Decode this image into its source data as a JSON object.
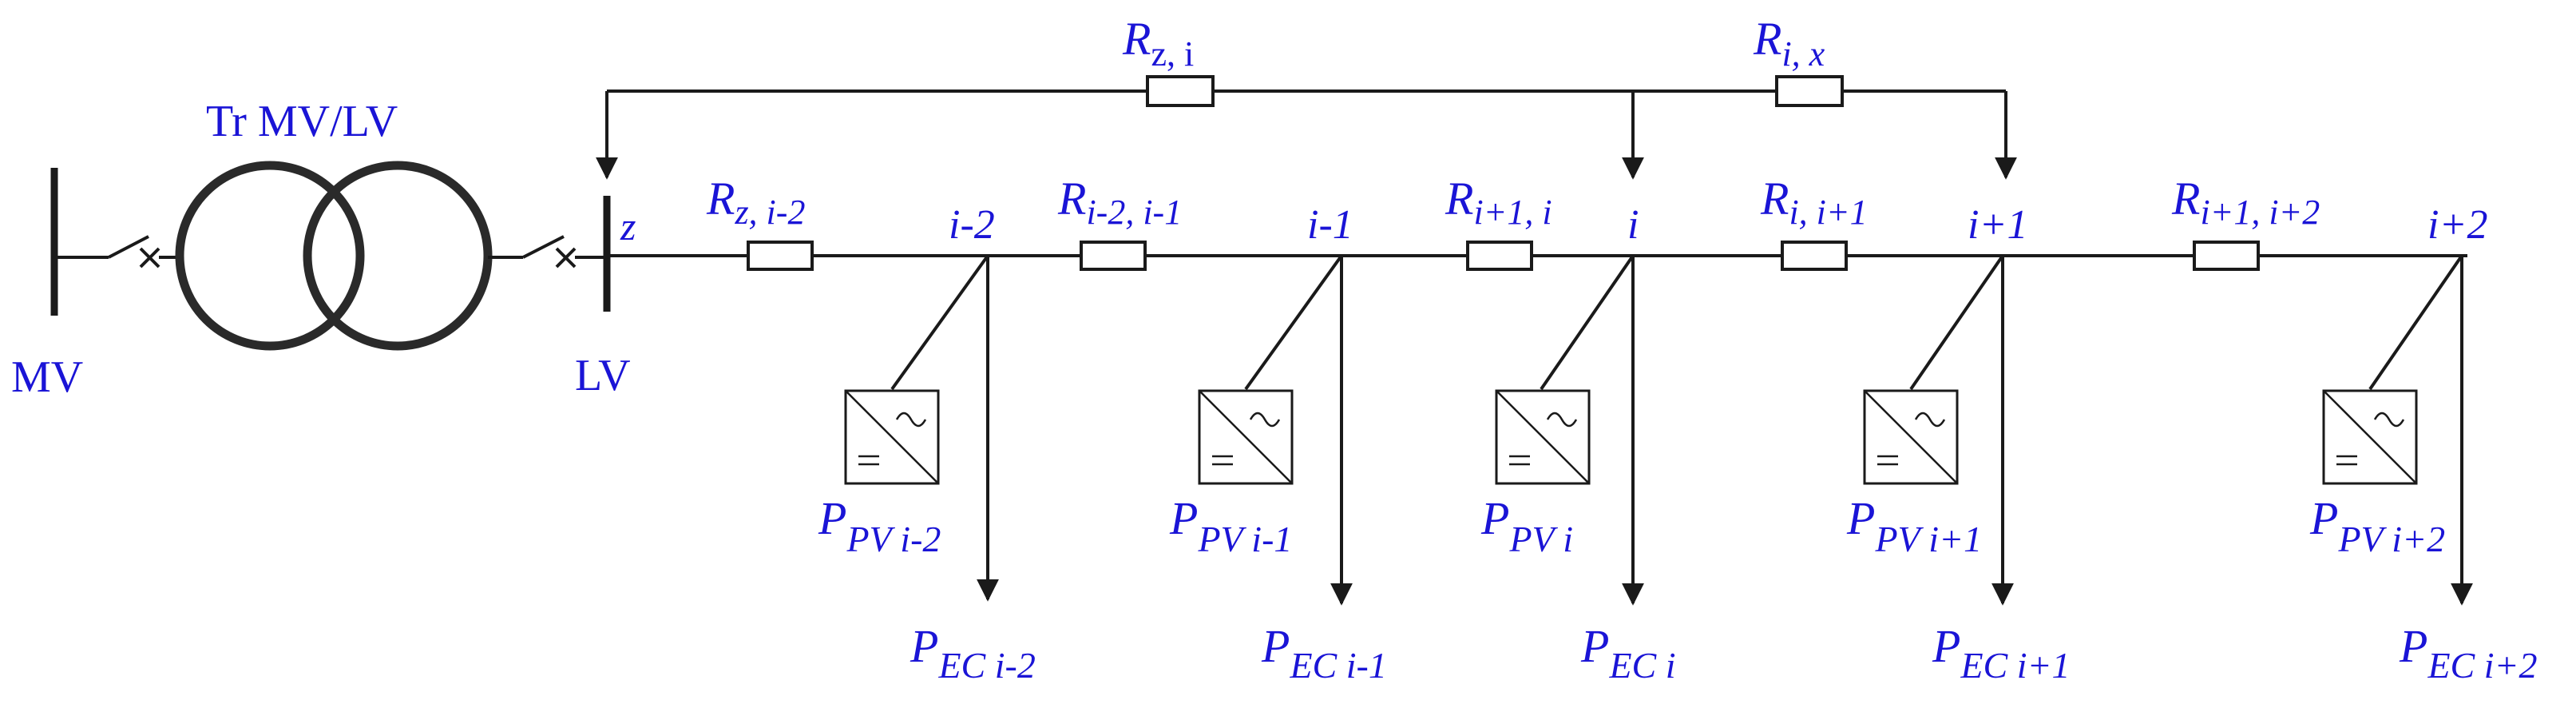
{
  "colors": {
    "label": "#1a14d6",
    "line": "#1a1a1a"
  },
  "icons": [
    "circuit-breaker-icon",
    "transformer-icon",
    "resistor-icon",
    "pv-inverter-icon",
    "load-arrow-icon"
  ],
  "labels": {
    "mv": "MV",
    "lv": "LV",
    "transformer": "Tr MV/LV",
    "bus_z": "z"
  },
  "nodes": [
    {
      "id": "i-2",
      "text": "i-2"
    },
    {
      "id": "i-1",
      "text": "i-1"
    },
    {
      "id": "i",
      "text": "i"
    },
    {
      "id": "i+1",
      "text": "i+1"
    },
    {
      "id": "i+2",
      "text": "i+2"
    }
  ],
  "resistors": [
    {
      "main": "R",
      "sub": "z, i-2"
    },
    {
      "main": "R",
      "sub": "i-2, i-1"
    },
    {
      "main": "R",
      "sub": "i+1, i"
    },
    {
      "main": "R",
      "sub": "i, i+1"
    },
    {
      "main": "R",
      "sub": "i+1, i+2"
    }
  ],
  "top_resistors": [
    {
      "main": "R",
      "sub": "z, i"
    },
    {
      "main": "R",
      "sub": "i, x"
    }
  ],
  "pv": [
    {
      "main": "P",
      "sub": "PV i-2"
    },
    {
      "main": "P",
      "sub": "PV i-1"
    },
    {
      "main": "P",
      "sub": "PV i"
    },
    {
      "main": "P",
      "sub": "PV i+1"
    },
    {
      "main": "P",
      "sub": "PV i+2"
    }
  ],
  "ec": [
    {
      "main": "P",
      "sub": "EC i-2"
    },
    {
      "main": "P",
      "sub": "EC i-1"
    },
    {
      "main": "P",
      "sub": "EC i"
    },
    {
      "main": "P",
      "sub": "EC i+1"
    },
    {
      "main": "P",
      "sub": "EC i+2"
    }
  ]
}
